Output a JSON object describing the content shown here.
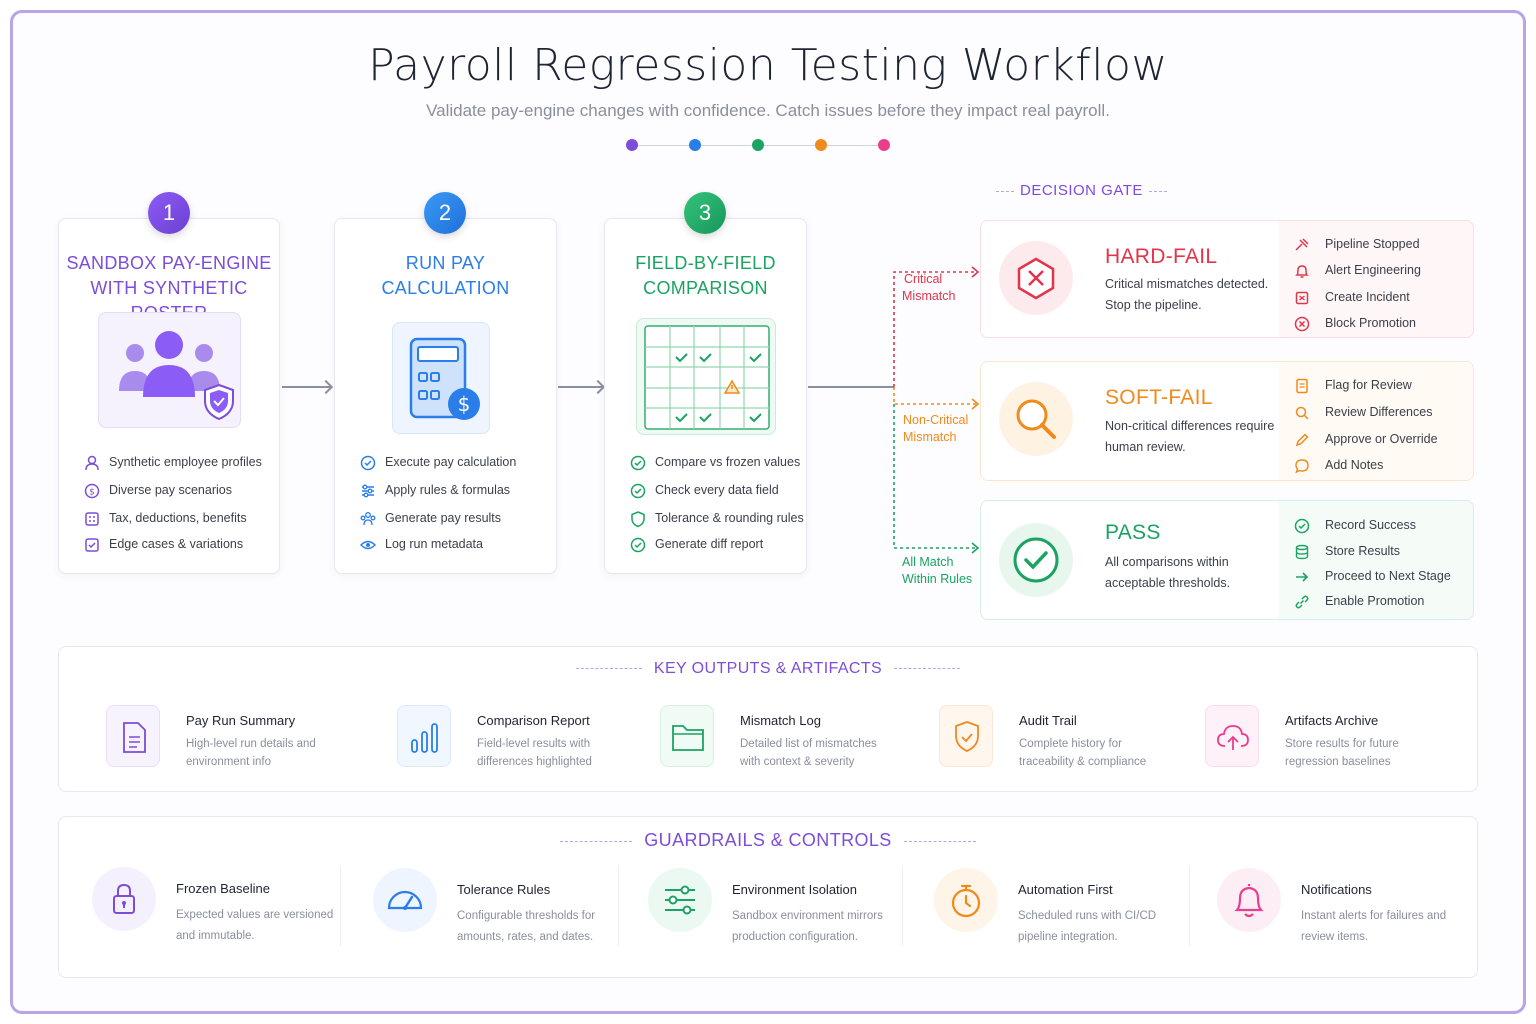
{
  "header": {
    "title": "Payroll Regression Testing Workflow",
    "subtitle": "Validate pay-engine changes with confidence. Catch issues before they impact real payroll."
  },
  "colors": {
    "purple": "#7c4dd8",
    "blue": "#2b7de9",
    "green": "#1aa362",
    "orange": "#f08a1c",
    "pink": "#e83e8c",
    "red": "#e0354b"
  },
  "steps": [
    {
      "number": "1",
      "title_line1": "SANDBOX PAY-ENGINE",
      "title_line2": "WITH SYNTHETIC ROSTER",
      "icon": "users-shield-icon",
      "features": [
        {
          "icon": "user-icon",
          "label": "Synthetic employee profiles"
        },
        {
          "icon": "dollar-circle-icon",
          "label": "Diverse pay scenarios"
        },
        {
          "icon": "calculator-small-icon",
          "label": "Tax, deductions, benefits"
        },
        {
          "icon": "checkbox-icon",
          "label": "Edge cases & variations"
        }
      ]
    },
    {
      "number": "2",
      "title_line1": "RUN PAY",
      "title_line2": "CALCULATION",
      "icon": "calculator-dollar-icon",
      "features": [
        {
          "icon": "check-circle-icon",
          "label": "Execute pay calculation"
        },
        {
          "icon": "sliders-icon",
          "label": "Apply rules & formulas"
        },
        {
          "icon": "people-icon",
          "label": "Generate pay results"
        },
        {
          "icon": "eye-icon",
          "label": "Log run metadata"
        }
      ]
    },
    {
      "number": "3",
      "title_line1": "FIELD-BY-FIELD",
      "title_line2": "COMPARISON",
      "icon": "comparison-grid-icon",
      "features": [
        {
          "icon": "check-circle-icon",
          "label": "Compare vs frozen values"
        },
        {
          "icon": "check-circle-icon",
          "label": "Check every data field"
        },
        {
          "icon": "shield-icon",
          "label": "Tolerance & rounding rules"
        },
        {
          "icon": "check-circle-icon",
          "label": "Generate diff report"
        }
      ]
    }
  ],
  "decision_gate": {
    "label": "DECISION GATE",
    "branches": [
      {
        "connector_line1": "Critical",
        "connector_line2": "Mismatch",
        "title": "HARD-FAIL",
        "icon": "hexagon-x-icon",
        "desc": "Critical mismatches detected. Stop the pipeline.",
        "actions": [
          {
            "icon": "stop-hand-icon",
            "label": "Pipeline Stopped"
          },
          {
            "icon": "bell-icon",
            "label": "Alert Engineering"
          },
          {
            "icon": "incident-icon",
            "label": "Create Incident"
          },
          {
            "icon": "x-circle-icon",
            "label": "Block Promotion"
          }
        ]
      },
      {
        "connector_line1": "Non-Critical",
        "connector_line2": "Mismatch",
        "title": "SOFT-FAIL",
        "icon": "magnifier-icon",
        "desc": "Non-critical differences require human review.",
        "actions": [
          {
            "icon": "document-icon",
            "label": "Flag for Review"
          },
          {
            "icon": "search-icon",
            "label": "Review Differences"
          },
          {
            "icon": "pen-icon",
            "label": "Approve or Override"
          },
          {
            "icon": "chat-icon",
            "label": "Add Notes"
          }
        ]
      },
      {
        "connector_line1": "All Match",
        "connector_line2": "Within Rules",
        "title": "PASS",
        "icon": "check-circle-large-icon",
        "desc": "All comparisons within acceptable thresholds.",
        "actions": [
          {
            "icon": "check-circle-icon",
            "label": "Record Success"
          },
          {
            "icon": "database-icon",
            "label": "Store Results"
          },
          {
            "icon": "arrow-right-icon",
            "label": "Proceed to Next Stage"
          },
          {
            "icon": "link-icon",
            "label": "Enable Promotion"
          }
        ]
      }
    ]
  },
  "outputs": {
    "title": "KEY OUTPUTS & ARTIFACTS",
    "items": [
      {
        "icon": "document-icon",
        "name": "Pay Run Summary",
        "desc": "High-level run details and environment info"
      },
      {
        "icon": "bar-chart-icon",
        "name": "Comparison Report",
        "desc": "Field-level results with differences highlighted"
      },
      {
        "icon": "folder-icon",
        "name": "Mismatch Log",
        "desc": "Detailed list of mismatches with context & severity"
      },
      {
        "icon": "shield-check-icon",
        "name": "Audit Trail",
        "desc": "Complete history for traceability & compliance"
      },
      {
        "icon": "cloud-upload-icon",
        "name": "Artifacts Archive",
        "desc": "Store results for future regression baselines"
      }
    ]
  },
  "guardrails": {
    "title": "GUARDRAILS & CONTROLS",
    "items": [
      {
        "icon": "lock-icon",
        "name": "Frozen Baseline",
        "desc": "Expected values are versioned and immutable."
      },
      {
        "icon": "gauge-icon",
        "name": "Tolerance Rules",
        "desc": "Configurable thresholds for amounts, rates, and dates."
      },
      {
        "icon": "sliders-icon",
        "name": "Environment Isolation",
        "desc": "Sandbox environment mirrors production configuration."
      },
      {
        "icon": "stopwatch-icon",
        "name": "Automation First",
        "desc": "Scheduled runs with CI/CD pipeline integration."
      },
      {
        "icon": "bell-icon",
        "name": "Notifications",
        "desc": "Instant alerts for failures and review items."
      }
    ]
  }
}
